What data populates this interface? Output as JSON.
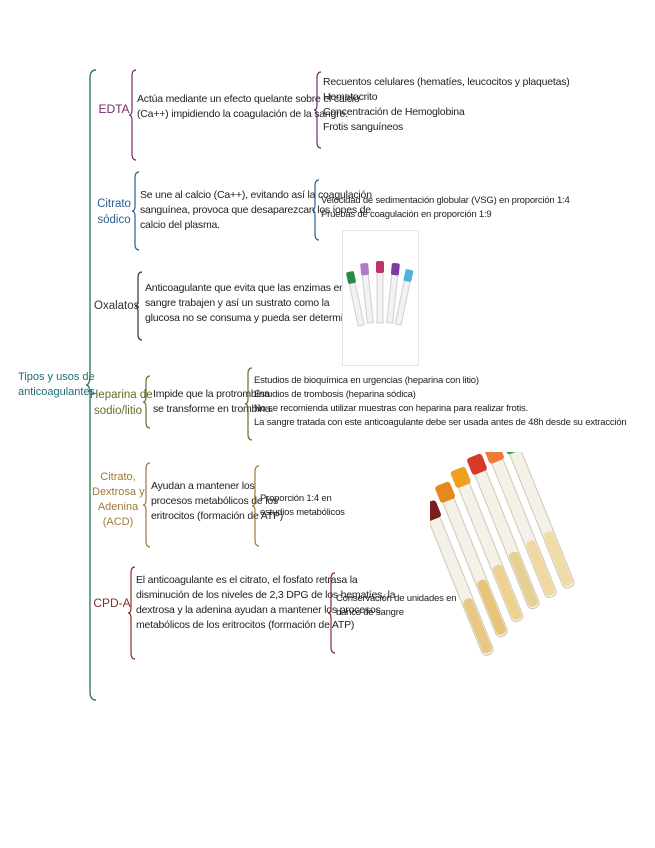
{
  "root": {
    "lines": [
      "Tipos y usos de",
      "anticoagulantes"
    ]
  },
  "colors": {
    "root": "#1f6b73",
    "edta": "#7a2a6d",
    "citrato": "#2b5d8c",
    "oxalatos": "#333333",
    "heparina": "#6b6b2a",
    "cdpa": "#a07a3a",
    "cpda": "#8a2c2c",
    "bracket_main": "#2f7f5f"
  },
  "rows": [
    {
      "label": [
        "EDTA"
      ],
      "desc": [
        "Actúa mediante un efecto quelante sobre el calcio",
        "(Ca++) impidiendo la coagulación de la sangre."
      ],
      "uses": [
        "Recuentos celulares (hematíes, leucocitos y plaquetas)",
        "Hematocrito",
        "Concentración de Hemoglobina",
        "Frotis sanguíneos"
      ]
    },
    {
      "label": [
        "Citrato",
        "sódico"
      ],
      "desc": [
        "Se une al calcio (Ca++), evitando así la coagulación",
        "sanguínea, provoca que desaparezcan los iones de",
        "calcio del plasma."
      ],
      "uses": [
        "Velocidad de sedimentación globular (VSG) en proporción 1:4",
        "Pruebas de coagulación en proporción 1:9"
      ]
    },
    {
      "label": [
        "Oxalatos"
      ],
      "desc": [
        "Anticoagulante que evita que las enzimas en",
        "sangre trabajen y así un sustrato como la",
        "glucosa no se consuma y pueda ser determinado"
      ]
    },
    {
      "label": [
        "Heparina de",
        "sodio/litio"
      ],
      "desc": [
        "Impide que la protrombina",
        "se transforme en trombina."
      ],
      "uses": [
        "Estudios de bioquímica en urgencias (heparina con litio)",
        "Estudios de trombosis (heparina sódica)",
        "No se recomienda utilizar muestras con heparina para realizar frotis.",
        "La sangre tratada con este anticoagulante debe ser usada antes de 48h desde su extracción"
      ]
    },
    {
      "label": [
        "Citrato,",
        "Dextrosa y",
        "Adenina",
        "(ACD)"
      ],
      "desc": [
        "Ayudan a mantener los",
        "procesos metabólicos de los",
        "eritrocitos (formación de ATP)"
      ],
      "uses": [
        "Proporción 1:4 en",
        "estudios metabólicos"
      ]
    },
    {
      "label": [
        "CPD-A"
      ],
      "desc": [
        "El anticoagulante es el citrato, el fosfato retrasa la",
        "disminución de los niveles de 2,3 DPG de los hematíes, la",
        "dextrosa y la adenina ayudan a mantener los procesos",
        "metabólicos de los eritrocitos (formación de ATP)"
      ],
      "uses": [
        "Conservación de unidades en",
        "banco de sangre"
      ]
    }
  ],
  "images": {
    "tubes_small": "vacutainer-tubes-photo",
    "tubes_large": "blood-collection-tubes-photo"
  }
}
